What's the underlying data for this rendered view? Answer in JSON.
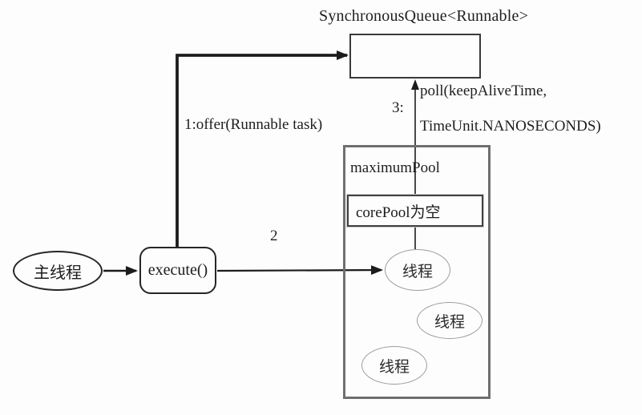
{
  "diagram": {
    "title": "SynchronousQueue<Runnable>",
    "nodes": {
      "main_thread": "主线程",
      "execute": "execute()",
      "maximum_pool": "maximumPool",
      "core_pool": "corePool为空",
      "thread1": "线程",
      "thread2": "线程",
      "thread3": "线程"
    },
    "edges": {
      "offer_label": "1:offer(Runnable task)",
      "step2_label": "2",
      "step3_label": "3:",
      "poll_line1": "poll(keepAliveTime,",
      "poll_line2": "TimeUnit.NANOSECONDS)"
    },
    "colors": {
      "line": "#1c1c1c",
      "pool_border": "#6f6f6f",
      "thread_ellipse_border": "#9d9d9d",
      "background": "#fdfdfd"
    }
  }
}
